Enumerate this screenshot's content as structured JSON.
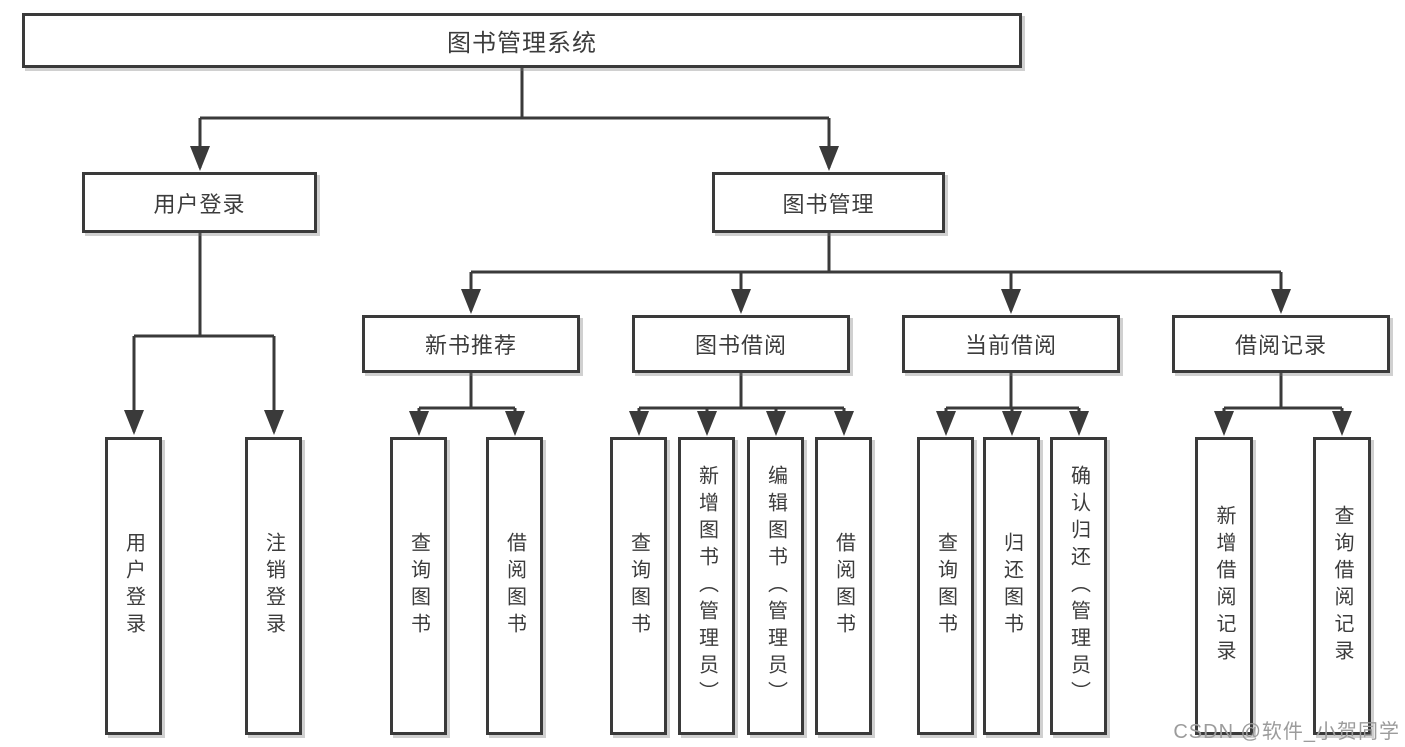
{
  "root": {
    "label": "图书管理系统"
  },
  "level2": {
    "user_login": {
      "label": "用户登录"
    },
    "book_mgmt": {
      "label": "图书管理"
    }
  },
  "level3": {
    "new_books": {
      "label": "新书推荐"
    },
    "borrowing": {
      "label": "图书借阅"
    },
    "current": {
      "label": "当前借阅"
    },
    "records": {
      "label": "借阅记录"
    }
  },
  "leaves": {
    "user_login": [
      "用户登录",
      "注销登录"
    ],
    "new_books": [
      "查询图书",
      "借阅图书"
    ],
    "borrowing": [
      "查询图书",
      "新增图书（管理员）",
      "编辑图书（管理员）",
      "借阅图书"
    ],
    "current": [
      "查询图书",
      "归还图书",
      "确认归还（管理员）"
    ],
    "records": [
      "新增借阅记录",
      "查询借阅记录"
    ]
  },
  "watermark": {
    "text": "CSDN @软件_小贺同学"
  },
  "colors": {
    "line": "#3a3a3a",
    "background": "#ffffff",
    "watermark": "#9c9c9c"
  }
}
